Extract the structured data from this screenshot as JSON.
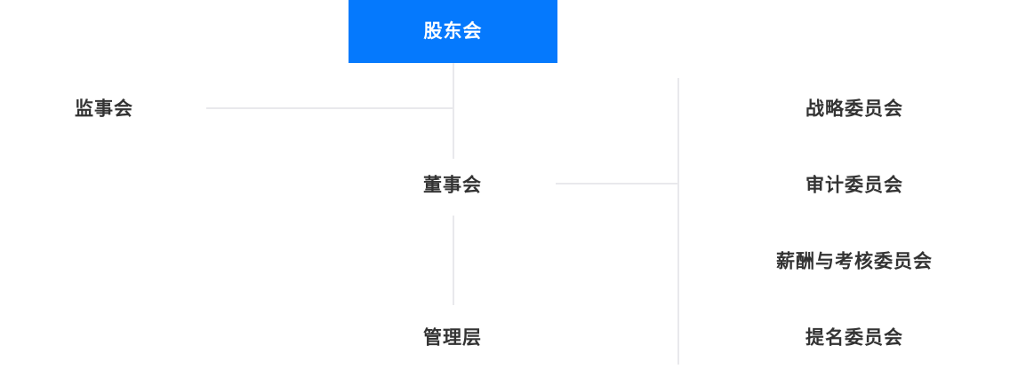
{
  "chart": {
    "type": "org-chart",
    "title": "",
    "background_color": "#ffffff",
    "accent_color": "#0579fd",
    "line_color": "#e9e9ec",
    "text_color": "#333333",
    "root": {
      "label": "股东会",
      "style": "filled-box",
      "fill": "#0579fd",
      "text_color": "#ffffff"
    },
    "left_branch": {
      "label": "监事会"
    },
    "center_branch": [
      {
        "label": "董事会"
      },
      {
        "label": "管理层"
      }
    ],
    "right_branch": [
      {
        "label": "战略委员会"
      },
      {
        "label": "审计委员会"
      },
      {
        "label": "薪酬与考核委员会"
      },
      {
        "label": "提名委员会"
      }
    ],
    "connectors": [
      {
        "name": "trunk-shareholders-to-board",
        "orientation": "vertical"
      },
      {
        "name": "branch-to-supervisory",
        "orientation": "horizontal"
      },
      {
        "name": "trunk-board-to-management",
        "orientation": "vertical"
      },
      {
        "name": "branch-board-to-committees",
        "orientation": "horizontal"
      },
      {
        "name": "rail-committees",
        "orientation": "vertical"
      }
    ]
  }
}
